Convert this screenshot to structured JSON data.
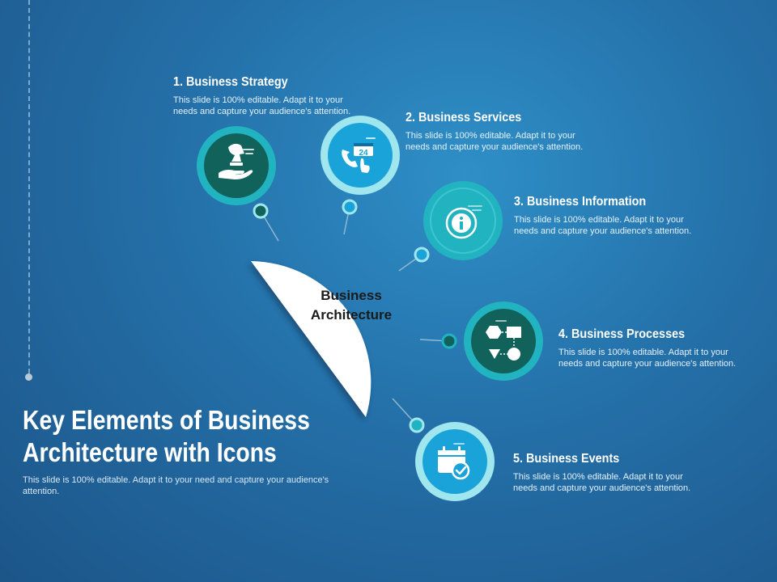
{
  "slide": {
    "title": "Key Elements of Business Architecture with Icons",
    "description": "This slide is 100% editable. Adapt it to your need and capture your audience's attention."
  },
  "center": {
    "line1": "Business",
    "line2": "Architecture"
  },
  "items": [
    {
      "title": "1. Business Strategy",
      "desc_line1": "This slide is 100% editable. Adapt it to your",
      "desc_line2": "needs and capture your audience's attention.",
      "icon": "hand-chess-knight-icon",
      "color": "#10625a"
    },
    {
      "title": "2. Business Services",
      "desc_line1": "This slide is 100% editable. Adapt it to your",
      "desc_line2": "needs and capture your audience's attention.",
      "icon": "phone-24-service-icon",
      "badge": "24",
      "color": "#1aa3d8"
    },
    {
      "title": "3. Business Information",
      "desc_line1": "This slide is 100% editable. Adapt it to your",
      "desc_line2": "needs and capture your audience's attention.",
      "icon": "info-icon",
      "color": "#22b3c0"
    },
    {
      "title": "4. Business Processes",
      "desc_line1": "This slide is 100% editable. Adapt it to your",
      "desc_line2": "needs and capture your audience's attention.",
      "icon": "flowchart-shapes-icon",
      "color": "#10625a"
    },
    {
      "title": "5. Business Events",
      "desc_line1": "This slide is 100% editable. Adapt it to your",
      "desc_line2": "needs and capture your audience's attention.",
      "icon": "calendar-check-icon",
      "color": "#1aa3d8"
    }
  ],
  "colors": {
    "background": "#246fa8",
    "ring": "#9fe6ee",
    "dark_teal": "#10625a",
    "bright_blue": "#1aa3d8",
    "teal": "#22b3c0"
  }
}
